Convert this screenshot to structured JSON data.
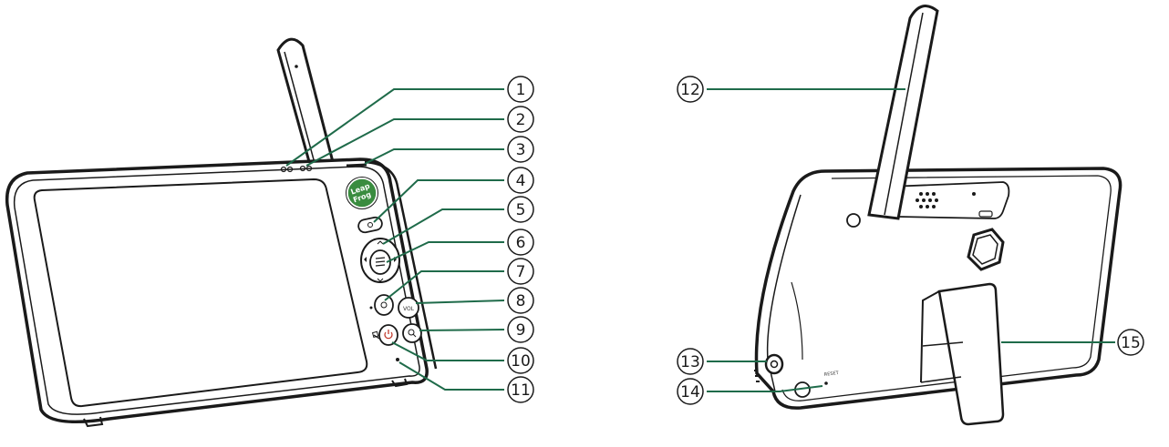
{
  "colors": {
    "leader": "#1f6b4a",
    "outline": "#1a1a1a",
    "brand": "#3a8c3f"
  },
  "brand": {
    "logo_line1": "Leap",
    "logo_line2": "Frog"
  },
  "device_front": {
    "vol_label": "VOL",
    "reset_label": ""
  },
  "device_back": {
    "reset_label": "RESET"
  },
  "callouts": [
    "1",
    "2",
    "3",
    "4",
    "5",
    "6",
    "7",
    "8",
    "9",
    "10",
    "11",
    "12",
    "13",
    "14",
    "15"
  ]
}
